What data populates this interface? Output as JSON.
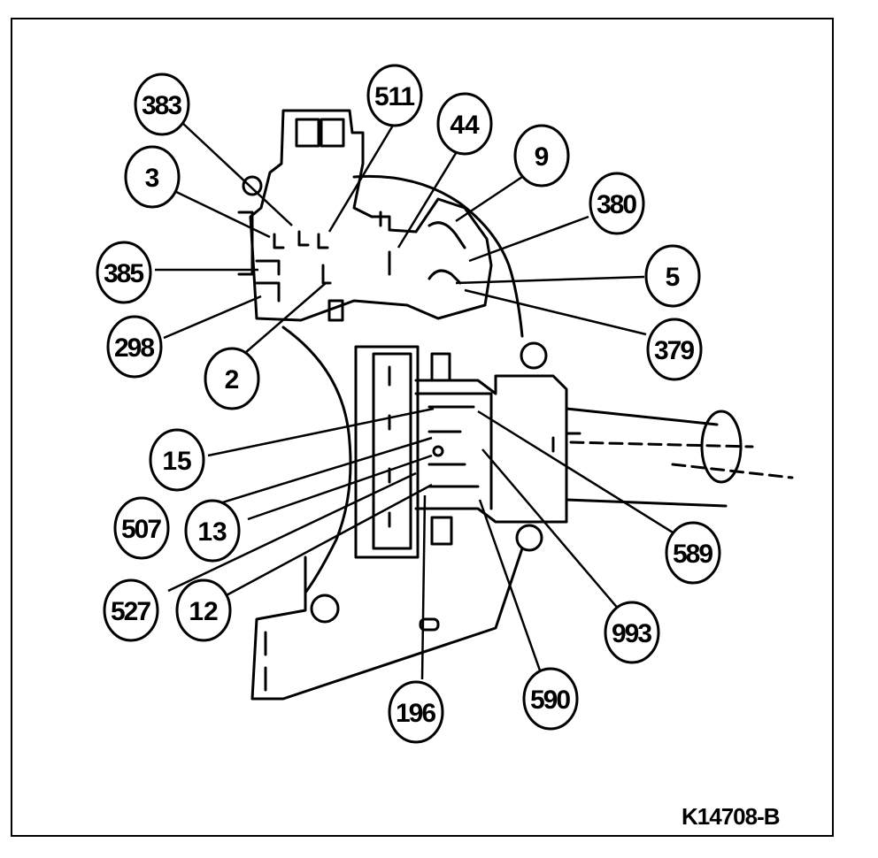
{
  "figure_id": "K14708-B",
  "callouts": [
    {
      "id": "c383",
      "label": "383"
    },
    {
      "id": "c511",
      "label": "511"
    },
    {
      "id": "c44",
      "label": "44"
    },
    {
      "id": "c9",
      "label": "9"
    },
    {
      "id": "c3",
      "label": "3"
    },
    {
      "id": "c380",
      "label": "380"
    },
    {
      "id": "c385",
      "label": "385"
    },
    {
      "id": "c5",
      "label": "5"
    },
    {
      "id": "c298",
      "label": "298"
    },
    {
      "id": "c379",
      "label": "379"
    },
    {
      "id": "c2",
      "label": "2"
    },
    {
      "id": "c15",
      "label": "15"
    },
    {
      "id": "c507",
      "label": "507"
    },
    {
      "id": "c13",
      "label": "13"
    },
    {
      "id": "c589",
      "label": "589"
    },
    {
      "id": "c527",
      "label": "527"
    },
    {
      "id": "c12",
      "label": "12"
    },
    {
      "id": "c993",
      "label": "993"
    },
    {
      "id": "c196",
      "label": "196"
    },
    {
      "id": "c590",
      "label": "590"
    }
  ],
  "colors": {
    "ink": "#000000",
    "paper": "#ffffff"
  }
}
